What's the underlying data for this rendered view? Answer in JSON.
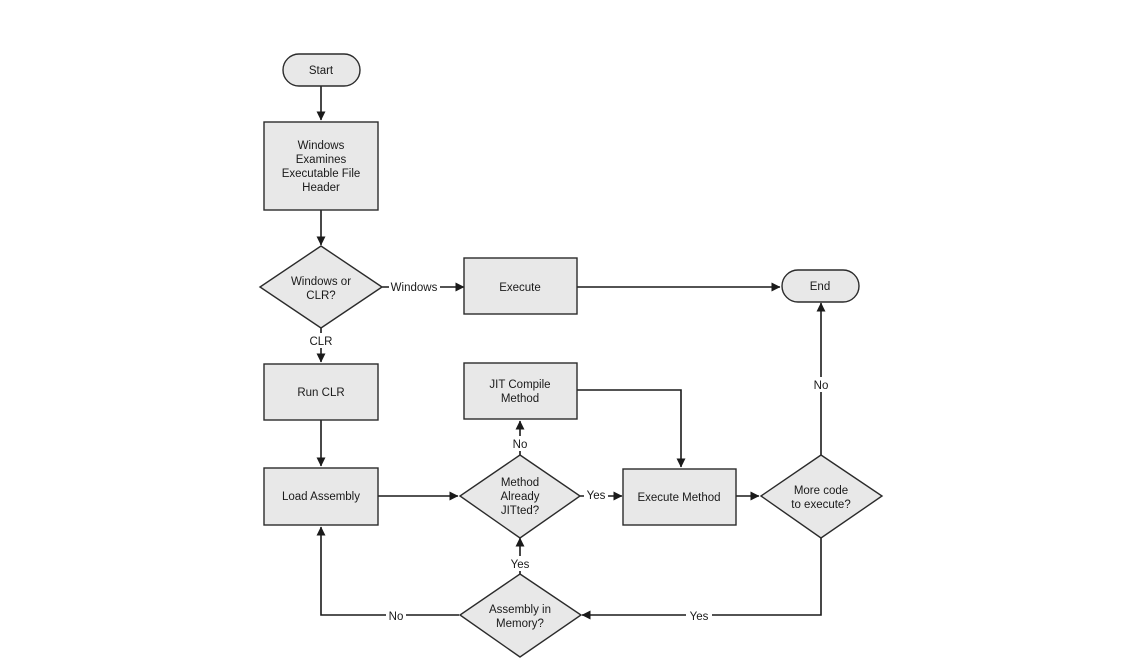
{
  "nodes": {
    "start": "Start",
    "examine": [
      "Windows",
      "Examines",
      "Executable File",
      "Header"
    ],
    "windows_or_clr": [
      "Windows or",
      "CLR?"
    ],
    "execute": "Execute",
    "end": "End",
    "run_clr": "Run CLR",
    "jit_compile": [
      "JIT Compile",
      "Method"
    ],
    "load_assembly": "Load Assembly",
    "method_jitted": [
      "Method",
      "Already",
      "JITted?"
    ],
    "execute_method": "Execute Method",
    "more_code": [
      "More code",
      "to execute?"
    ],
    "assembly_in_memory": [
      "Assembly in",
      "Memory?"
    ]
  },
  "edge_labels": {
    "windows": "Windows",
    "clr": "CLR",
    "no_jit": "No",
    "yes_jit": "Yes",
    "no_end": "No",
    "yes_more": "Yes",
    "yes_mem": "Yes",
    "no_mem": "No"
  },
  "colors": {
    "node_fill": "#e8e8e8",
    "stroke": "#1a1a1a",
    "background": "#ffffff"
  }
}
